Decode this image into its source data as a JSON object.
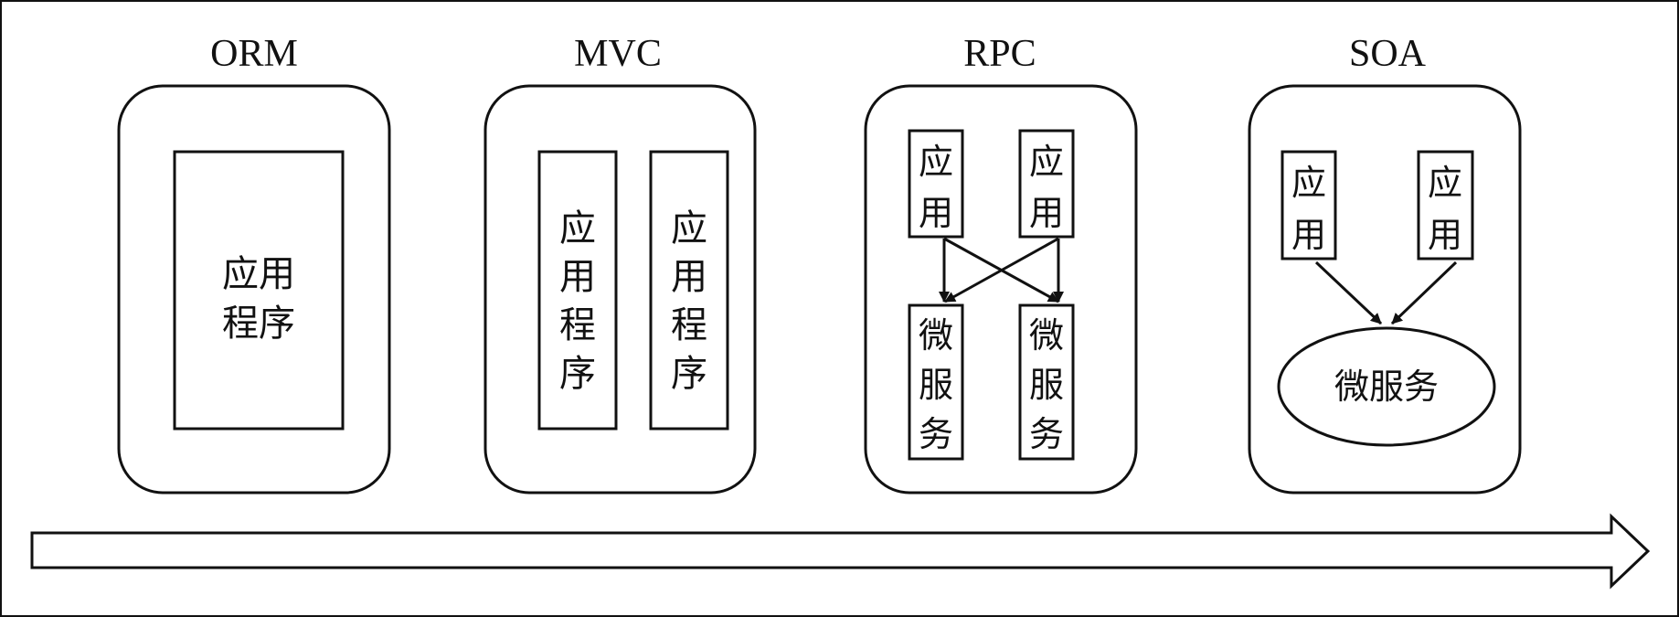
{
  "stages": {
    "orm": {
      "title": "ORM",
      "app_label_lines": [
        "应用",
        "程序"
      ]
    },
    "mvc": {
      "title": "MVC",
      "apps": [
        {
          "label_chars": [
            "应",
            "用",
            "程",
            "序"
          ]
        },
        {
          "label_chars": [
            "应",
            "用",
            "程",
            "序"
          ]
        }
      ]
    },
    "rpc": {
      "title": "RPC",
      "apps": [
        {
          "label_chars": [
            "应",
            "用"
          ]
        },
        {
          "label_chars": [
            "应",
            "用"
          ]
        }
      ],
      "services": [
        {
          "label_chars": [
            "微",
            "服",
            "务"
          ]
        },
        {
          "label_chars": [
            "微",
            "服",
            "务"
          ]
        }
      ]
    },
    "soa": {
      "title": "SOA",
      "apps": [
        {
          "label_chars": [
            "应",
            "用"
          ]
        },
        {
          "label_chars": [
            "应",
            "用"
          ]
        }
      ],
      "service": {
        "label": "微服务"
      }
    }
  },
  "colors": {
    "stroke": "#111111",
    "background": "#ffffff"
  }
}
